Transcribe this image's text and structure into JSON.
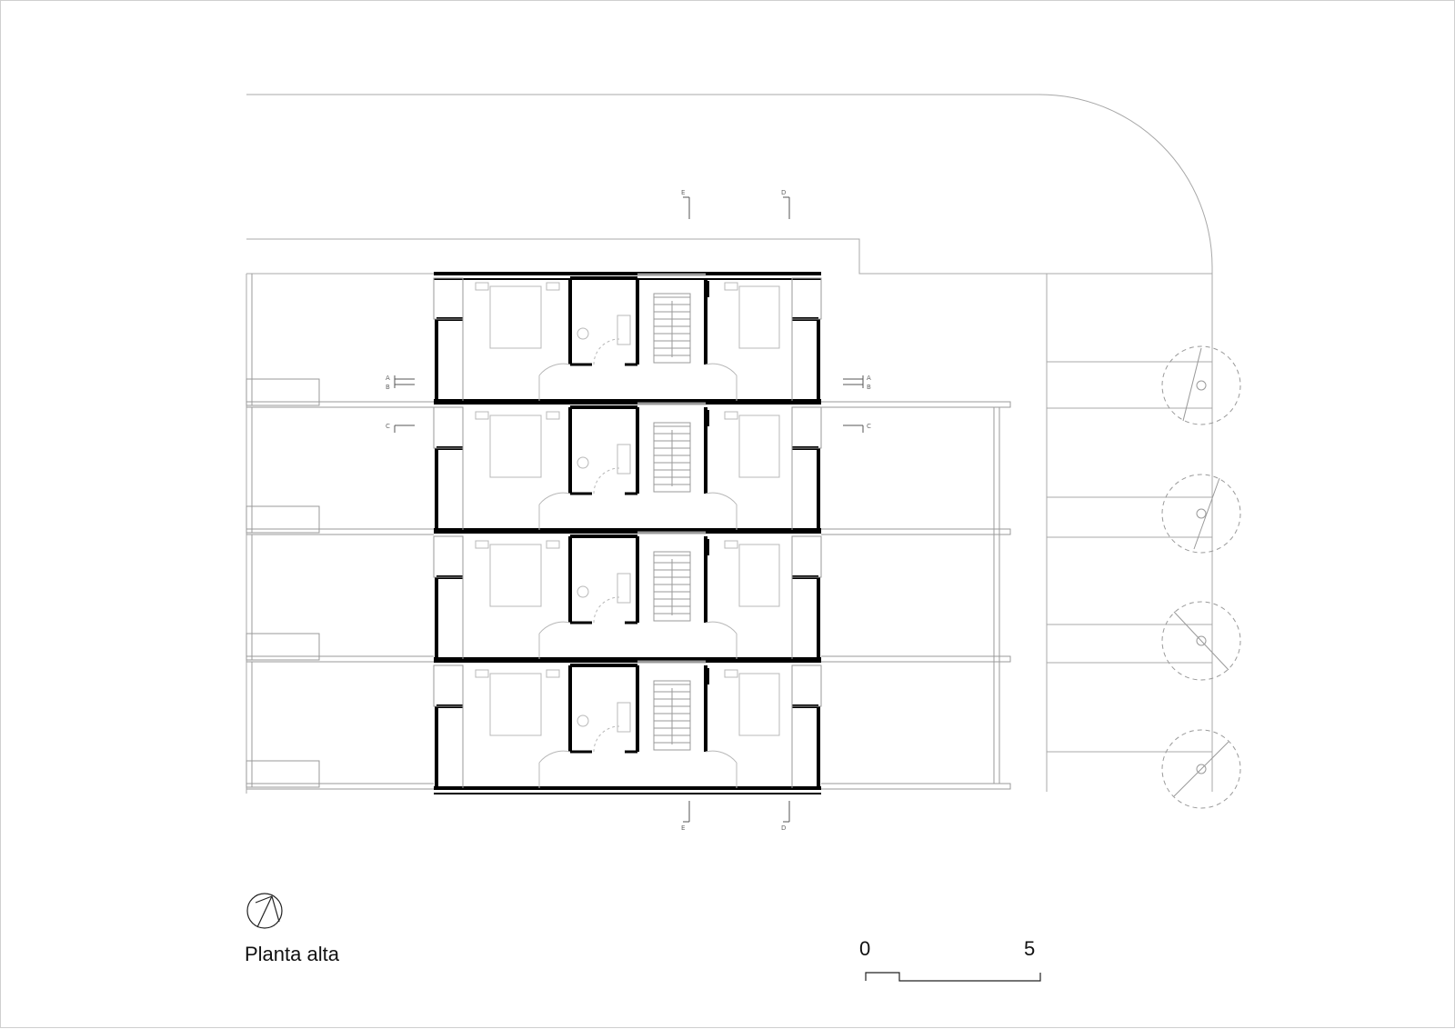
{
  "drawing": {
    "title": "Planta alta",
    "scale_bar": {
      "start_label": "0",
      "end_label": "5"
    },
    "section_marks": [
      "A",
      "B",
      "C",
      "D",
      "E"
    ],
    "units_count": 4,
    "trees_count": 4,
    "north_arrow": "north-arrow-icon",
    "colors": {
      "wall": "#000000",
      "thin_line": "#9a9a9a",
      "furniture": "#b8b8b8"
    }
  }
}
